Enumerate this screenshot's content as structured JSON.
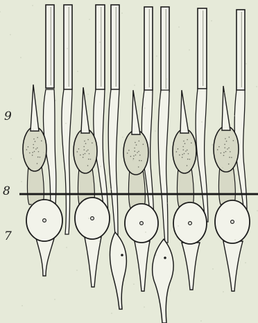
{
  "figure": {
    "layer_labels": [
      "9",
      "8",
      "7"
    ]
  },
  "colors": {
    "background": "#e6ead9",
    "ink": "#1c1c1c",
    "cone_fill": "#d7d9c6",
    "rod_fill": "#f2f3ea"
  }
}
